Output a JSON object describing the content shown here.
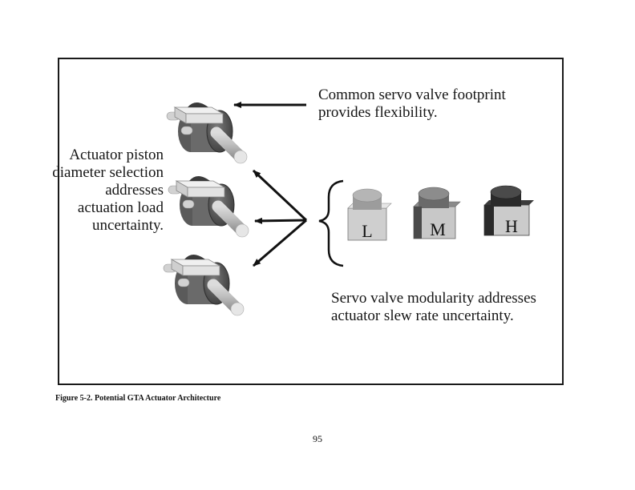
{
  "figure": {
    "callout_top": "Common servo valve footprint provides flexibility.",
    "callout_left": "Actuator piston diameter selection addresses actuation load uncertainty.",
    "callout_bottom": "Servo valve modularity addresses actuator slew rate uncertainty.",
    "valve_labels": [
      "L",
      "M",
      "H"
    ],
    "valve_colors": [
      "#c2c2c2",
      "#7a7a7a",
      "#2f2f2f"
    ]
  },
  "caption": "Figure 5-2.  Potential GTA Actuator Architecture",
  "page_number": "95"
}
